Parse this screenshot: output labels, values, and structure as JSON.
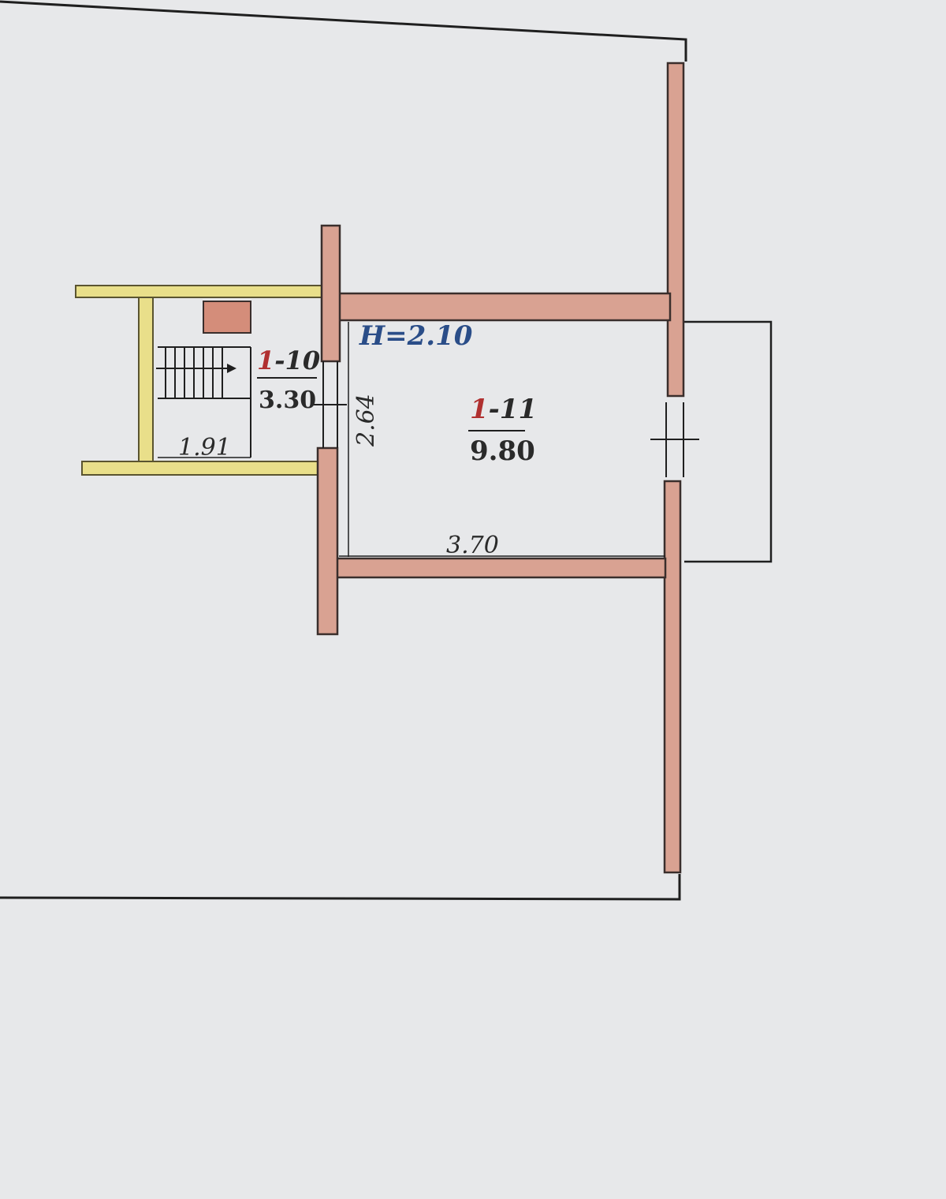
{
  "colors": {
    "paper": "#e7e8ea",
    "line": "#1f1f1f",
    "wall_brick": "#d9a292",
    "wall_stroke": "#3a2e2c",
    "wall_light": "#e9df8a",
    "room_code_prefix": "#b03030",
    "ceiling_label": "#2a4d88",
    "dim_text": "#2a2a2a"
  },
  "plan": {
    "ceiling_height": "H=2.10",
    "rooms": [
      {
        "id": "1-10",
        "prefix": "1",
        "suffix": "-10",
        "area": "3.30"
      },
      {
        "id": "1-11",
        "prefix": "1",
        "suffix": "-11",
        "area": "9.80"
      }
    ],
    "dimensions": {
      "stair_width": "1.91",
      "room_depth": "2.64",
      "room_width": "3.70"
    }
  }
}
